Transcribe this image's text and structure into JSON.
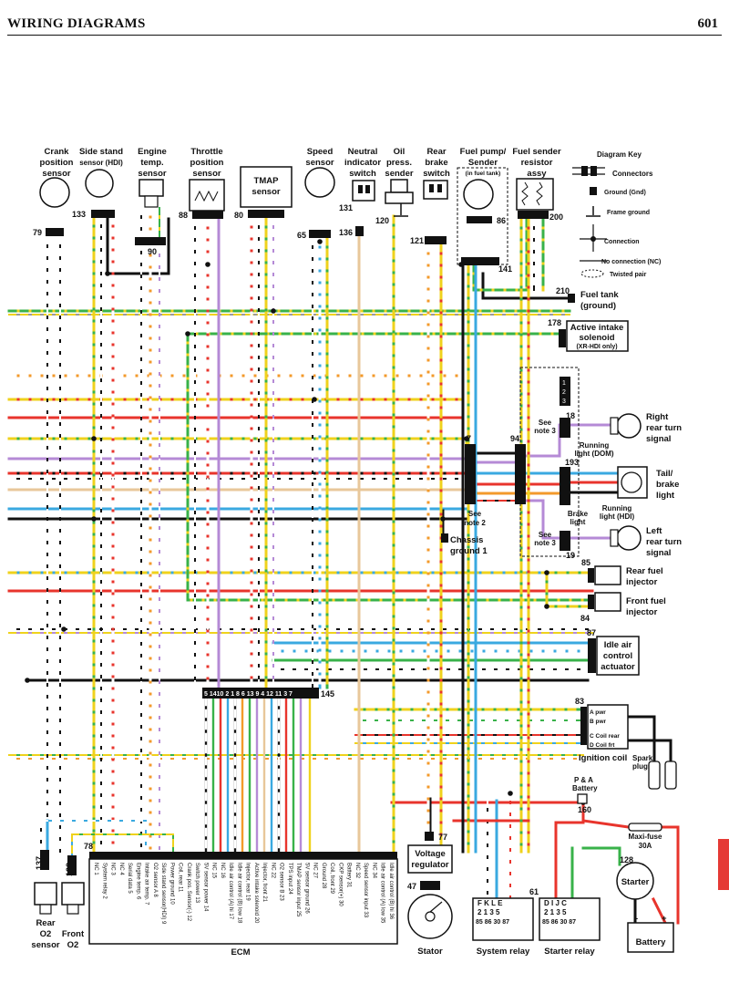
{
  "header": {
    "title": "WIRING DIAGRAMS",
    "page_number": "601"
  },
  "components": {
    "crank": {
      "label": [
        "Crank",
        "position",
        "sensor"
      ],
      "num": "79"
    },
    "sidestand": {
      "label": [
        "Side stand",
        "sensor (HDI)"
      ],
      "num": "133"
    },
    "enginetemp": {
      "label": [
        "Engine",
        "temp.",
        "sensor"
      ],
      "num": "90"
    },
    "throttle": {
      "label": [
        "Throttle",
        "position",
        "sensor"
      ],
      "num": "88"
    },
    "tmap": {
      "label": [
        "TMAP",
        "sensor"
      ],
      "num": "80"
    },
    "speed": {
      "label": [
        "Speed",
        "sensor"
      ],
      "num": "65"
    },
    "neutral": {
      "label": [
        "Neutral",
        "indicator",
        "switch"
      ],
      "num1": "131",
      "num2": "136"
    },
    "oilpress": {
      "label": [
        "Oil",
        "press.",
        "sender"
      ],
      "num": "120"
    },
    "rearbrake": {
      "label": [
        "Rear",
        "brake",
        "switch"
      ],
      "num": "121"
    },
    "fuelpump": {
      "label": [
        "Fuel pump/",
        "Sender"
      ],
      "sub": "(in fuel tank)",
      "num1": "86",
      "num2": "141"
    },
    "fuelsender": {
      "label": [
        "Fuel sender",
        "resistor",
        "assy"
      ],
      "num": "200"
    },
    "fueltank": {
      "label": [
        "Fuel tank",
        "(ground)"
      ],
      "num": "210"
    },
    "intake": {
      "label": [
        "Active intake",
        "solenoid",
        "(XR-HDI only)"
      ],
      "num": "178"
    },
    "rightturn": {
      "label": [
        "Right",
        "rear turn",
        "signal"
      ],
      "num": "18",
      "note": [
        "See",
        "note 3"
      ]
    },
    "tail": {
      "label": [
        "Tail/",
        "brake",
        "light"
      ],
      "num": "193",
      "running_dom": [
        "Running",
        "light (DOM)"
      ],
      "brake": [
        "Brake",
        "light"
      ],
      "running_hdi": [
        "Running",
        "light (HDI)"
      ]
    },
    "leftturn": {
      "label": [
        "Left",
        "rear turn",
        "signal"
      ],
      "num": "19",
      "note": [
        "See",
        "note 3"
      ]
    },
    "conn7": {
      "num": "7",
      "note": [
        "See",
        "note 2"
      ]
    },
    "conn94": {
      "num": "94"
    },
    "chassis": {
      "label": [
        "Chassis",
        "ground 1"
      ]
    },
    "rearinj": {
      "label": [
        "Rear fuel",
        "injector"
      ],
      "num": "85"
    },
    "frontinj": {
      "label": [
        "Front fuel",
        "injector"
      ],
      "num": "84"
    },
    "idleair": {
      "label": [
        "Idle air",
        "control",
        "actuator"
      ],
      "num": "87"
    },
    "conn145": {
      "num": "145",
      "pins": "5 1410 2 1 8 6 13 9 4 12 11 3 7"
    },
    "coil": {
      "label": "Ignition coil",
      "num": "83",
      "pins": [
        "A pwr",
        "B pwr",
        "C Coil rear",
        "D Coil frt"
      ]
    },
    "spark": {
      "label": [
        "Spark",
        "plugs"
      ]
    },
    "pabattery": {
      "label": [
        "P & A",
        "Battery"
      ],
      "num": "160"
    },
    "maxifuse": {
      "label": [
        "Maxi-fuse",
        "30A"
      ]
    },
    "starter": {
      "label": "Starter",
      "num": "128"
    },
    "battery": {
      "label": "Battery",
      "minus": "-",
      "plus": "+"
    },
    "voltreg": {
      "label": [
        "Voltage",
        "regulator"
      ],
      "num": "77"
    },
    "stator": {
      "label": "Stator",
      "num": "47"
    },
    "sysrelay": {
      "label": "System relay",
      "pins": "F  K  L  E",
      "nums": "2  1  3  5",
      "bot": "85 86 30  87",
      "num": "61"
    },
    "startrelay": {
      "label": "Starter relay",
      "pins": "D  I  J  C",
      "nums": "2  1  3  5",
      "bot": "85 86 30  87"
    },
    "rearo2": {
      "label": [
        "Rear",
        "O2",
        "sensor"
      ],
      "num": "137"
    },
    "fronto2": {
      "label": [
        "Front",
        "O2",
        "sensor"
      ],
      "num": "138"
    },
    "ecm": {
      "label": "ECM",
      "num": "78",
      "pins": [
        "NC 1",
        "System relay 2",
        "NC 3",
        "NC 4",
        "Serial data 5",
        "Engine temp. 6",
        "Intake air temp. 7",
        "O2 sensor A 8",
        "Side stand sensor(HDI) 9",
        "Power ground 10",
        "Coil, rear 11",
        "Crank pos. Sensor(-) 12",
        "Switch power 13",
        "5V sensor power 14",
        "NC 15",
        "NC 16",
        "Idle air control (A) hi 17",
        "Idle air control (B) low 18",
        "Injector, rear 19",
        "Active intake solenoid 20",
        "Injector, front 21",
        "NC 22",
        "O2 sensor B 23",
        "TPS input 24",
        "TMAP sensor input 25",
        "5V sensor ground 26",
        "NC 27",
        "Ground 28",
        "Coil, front 29",
        "CKP sensor(+) 30",
        "Battery 31",
        "NC 32",
        "Speed sensor input 33",
        "NC 34",
        "Idle air control (A) low 35",
        "Idle air control (B) hi 36"
      ]
    }
  },
  "legend": {
    "title": "Diagram Key",
    "items": [
      "Connectors",
      "Ground (Gnd)",
      "Frame ground",
      "Connection",
      "No connection (NC)",
      "Twisted pair"
    ]
  },
  "colors": {
    "black": "#111111",
    "red": "#e8342c",
    "green": "#38b24a",
    "yellow": "#efd21c",
    "orange": "#f39a2b",
    "blue": "#3aa9e0",
    "violet": "#b58ad6",
    "gray": "#9a9a9a",
    "white": "#ffffff",
    "tan": "#e8c79a",
    "pink": "#f4b6c2"
  }
}
